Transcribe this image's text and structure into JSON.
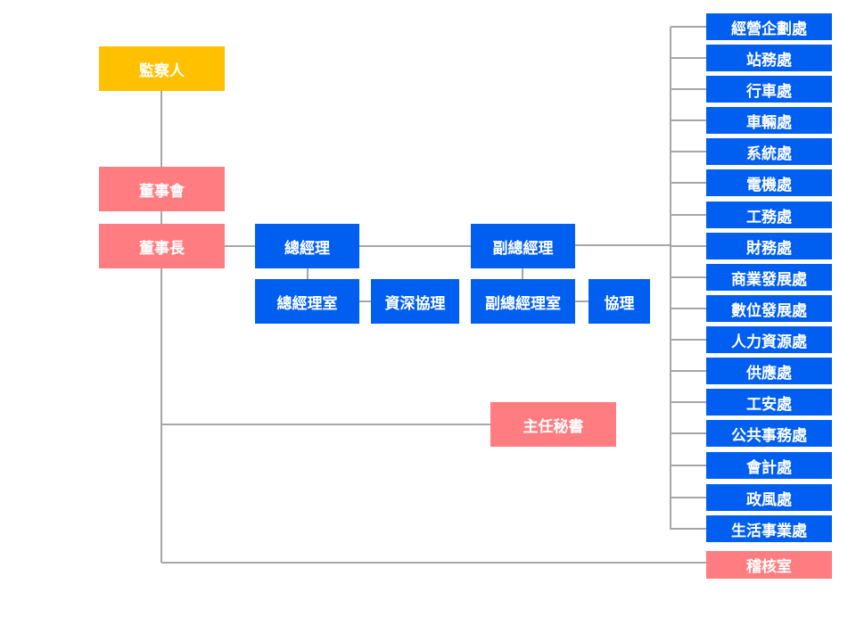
{
  "supervisor": "監察人",
  "board": "董事會",
  "chairman": "董事長",
  "gm": "總經理",
  "gm_office": "總經理室",
  "senior_asst": "資深協理",
  "vgm": "副總經理",
  "vgm_office": "副總經理室",
  "asst": "協理",
  "chief_secretary": "主任秘書",
  "audit": "稽核室",
  "departments": [
    "經營企劃處",
    "站務處",
    "行車處",
    "車輛處",
    "系統處",
    "電機處",
    "工務處",
    "財務處",
    "商業發展處",
    "數位發展處",
    "人力資源處",
    "供應處",
    "工安處",
    "公共事務處",
    "會計處",
    "政風處",
    "生活事業處"
  ],
  "colors": {
    "supervisor": "#ffc000",
    "board": "#ff7c80",
    "management": "#005ff0",
    "connector": "#a6a6a6"
  }
}
